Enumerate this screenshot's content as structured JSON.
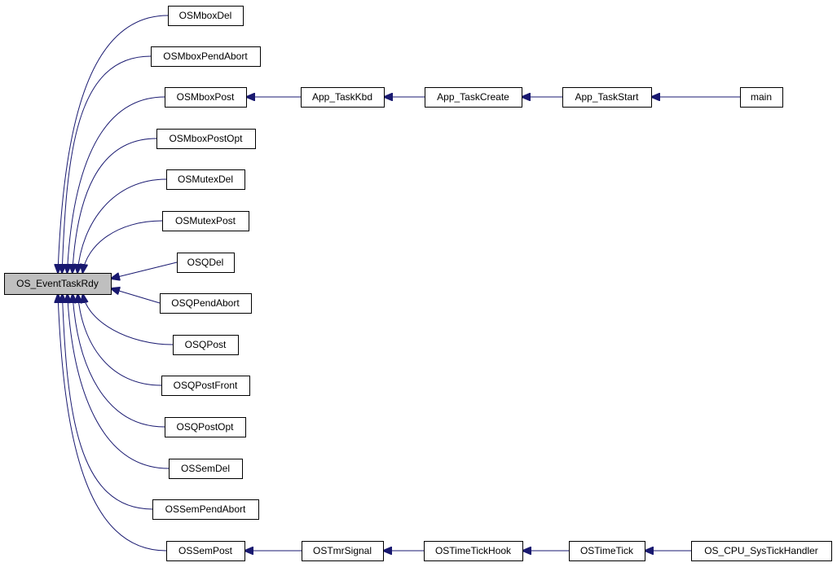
{
  "graph": {
    "root": "OS_EventTaskRdy",
    "edge_color": "#191970",
    "root_fill": "#bfbfbf",
    "nodes": [
      {
        "id": "os_eventtaskrdy",
        "label": "OS_EventTaskRdy",
        "root": true
      },
      {
        "id": "osmboxdel",
        "label": "OSMboxDel"
      },
      {
        "id": "osmboxpendabort",
        "label": "OSMboxPendAbort"
      },
      {
        "id": "osmboxpost",
        "label": "OSMboxPost"
      },
      {
        "id": "osmboxpostopt",
        "label": "OSMboxPostOpt"
      },
      {
        "id": "osmutexdel",
        "label": "OSMutexDel"
      },
      {
        "id": "osmutexpost",
        "label": "OSMutexPost"
      },
      {
        "id": "osqdel",
        "label": "OSQDel"
      },
      {
        "id": "osqpendabort",
        "label": "OSQPendAbort"
      },
      {
        "id": "osqpost",
        "label": "OSQPost"
      },
      {
        "id": "osqpostfront",
        "label": "OSQPostFront"
      },
      {
        "id": "osqpostopt",
        "label": "OSQPostOpt"
      },
      {
        "id": "ossemdel",
        "label": "OSSemDel"
      },
      {
        "id": "ossempendabort",
        "label": "OSSemPendAbort"
      },
      {
        "id": "ossempost",
        "label": "OSSemPost"
      },
      {
        "id": "app_taskkbd",
        "label": "App_TaskKbd"
      },
      {
        "id": "app_taskcreate",
        "label": "App_TaskCreate"
      },
      {
        "id": "app_taskstart",
        "label": "App_TaskStart"
      },
      {
        "id": "main",
        "label": "main"
      },
      {
        "id": "ostmrsignal",
        "label": "OSTmrSignal"
      },
      {
        "id": "ostimetickhook",
        "label": "OSTimeTickHook"
      },
      {
        "id": "ostimetick",
        "label": "OSTimeTick"
      },
      {
        "id": "os_cpu_systickhandler",
        "label": "OS_CPU_SysTickHandler"
      }
    ],
    "edges": [
      {
        "from": "osmboxdel",
        "to": "os_eventtaskrdy"
      },
      {
        "from": "osmboxpendabort",
        "to": "os_eventtaskrdy"
      },
      {
        "from": "osmboxpost",
        "to": "os_eventtaskrdy"
      },
      {
        "from": "osmboxpostopt",
        "to": "os_eventtaskrdy"
      },
      {
        "from": "osmutexdel",
        "to": "os_eventtaskrdy"
      },
      {
        "from": "osmutexpost",
        "to": "os_eventtaskrdy"
      },
      {
        "from": "osqdel",
        "to": "os_eventtaskrdy"
      },
      {
        "from": "osqpendabort",
        "to": "os_eventtaskrdy"
      },
      {
        "from": "osqpost",
        "to": "os_eventtaskrdy"
      },
      {
        "from": "osqpostfront",
        "to": "os_eventtaskrdy"
      },
      {
        "from": "osqpostopt",
        "to": "os_eventtaskrdy"
      },
      {
        "from": "ossemdel",
        "to": "os_eventtaskrdy"
      },
      {
        "from": "ossempendabort",
        "to": "os_eventtaskrdy"
      },
      {
        "from": "ossempost",
        "to": "os_eventtaskrdy"
      },
      {
        "from": "app_taskkbd",
        "to": "osmboxpost"
      },
      {
        "from": "app_taskcreate",
        "to": "app_taskkbd"
      },
      {
        "from": "app_taskstart",
        "to": "app_taskcreate"
      },
      {
        "from": "main",
        "to": "app_taskstart"
      },
      {
        "from": "ostmrsignal",
        "to": "ossempost"
      },
      {
        "from": "ostimetickhook",
        "to": "ostmrsignal"
      },
      {
        "from": "ostimetick",
        "to": "ostimetickhook"
      },
      {
        "from": "os_cpu_systickhandler",
        "to": "ostimetick"
      }
    ]
  }
}
